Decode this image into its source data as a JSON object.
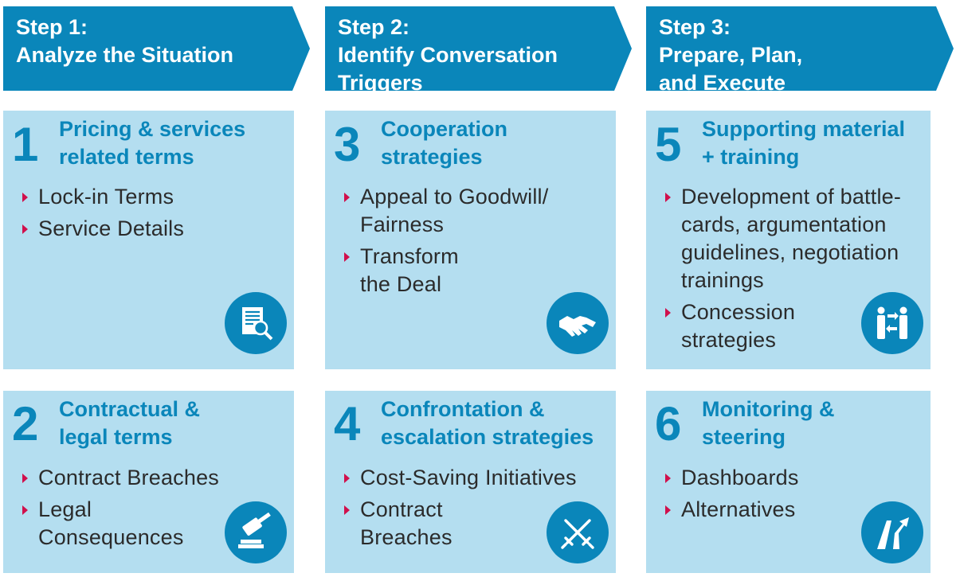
{
  "steps": [
    {
      "lines": [
        "Step 1:",
        "Analyze the Situation"
      ]
    },
    {
      "lines": [
        "Step 2:",
        "Identify Conversation",
        "Triggers"
      ]
    },
    {
      "lines": [
        "Step 3:",
        "Prepare, Plan,",
        "and Execute"
      ]
    }
  ],
  "cards": [
    {
      "number": "1",
      "title": [
        "Pricing & services",
        "related terms"
      ],
      "items": [
        [
          "Lock-in Terms"
        ],
        [
          "Service Details"
        ]
      ],
      "icon": "document-search-icon"
    },
    {
      "number": "2",
      "title": [
        "Contractual &",
        "legal terms"
      ],
      "items": [
        [
          "Contract Breaches"
        ],
        [
          "Legal",
          "Consequences"
        ]
      ],
      "icon": "gavel-icon"
    },
    {
      "number": "3",
      "title": [
        "Cooperation",
        "strategies"
      ],
      "items": [
        [
          "Appeal to Goodwill/",
          "Fairness"
        ],
        [
          "Transform",
          "the Deal"
        ]
      ],
      "icon": "handshake-icon"
    },
    {
      "number": "4",
      "title": [
        "Confrontation &",
        "escalation strategies"
      ],
      "items": [
        [
          "Cost-Saving Initiatives"
        ],
        [
          "Contract",
          "Breaches"
        ]
      ],
      "icon": "crossed-swords-icon"
    },
    {
      "number": "5",
      "title": [
        "Supporting material",
        "+ training"
      ],
      "items": [
        [
          "Development of battle-",
          "cards, argumentation",
          "guidelines, negotiation",
          "trainings"
        ],
        [
          "Concession",
          "strategies"
        ]
      ],
      "icon": "people-exchange-icon"
    },
    {
      "number": "6",
      "title": [
        "Monitoring &",
        "steering"
      ],
      "items": [
        [
          "Dashboards"
        ],
        [
          "Alternatives"
        ]
      ],
      "icon": "road-split-icon"
    }
  ],
  "colors": {
    "primary": "#0a86ba",
    "card_bg": "#b4def0",
    "bullet": "#d0104c",
    "text": "#2b2b2b"
  }
}
